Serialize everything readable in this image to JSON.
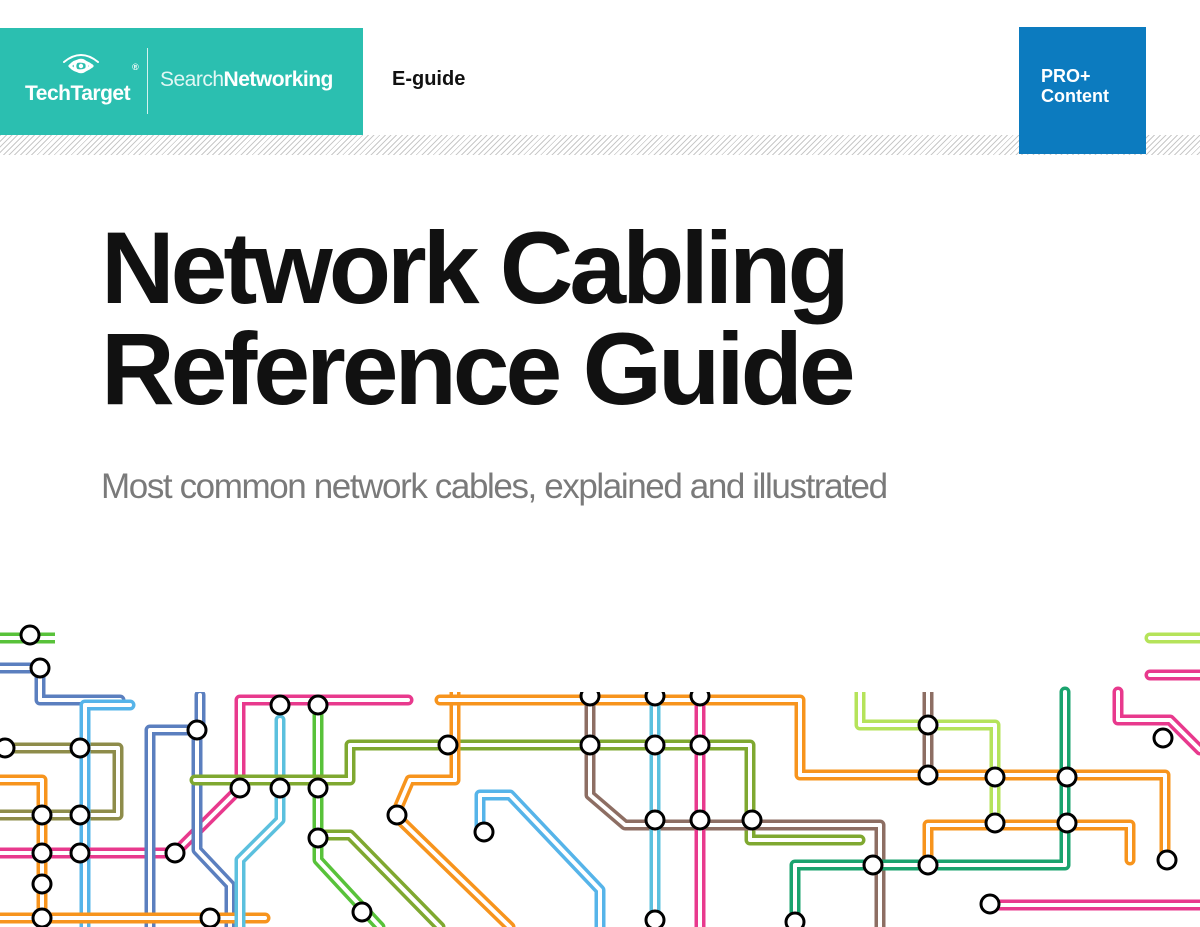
{
  "header": {
    "publisher_name": "TechTarget",
    "site_name_part1": "Search",
    "site_name_part2": "Networking",
    "doc_type": "E-guide",
    "badge_line1": "PRO+",
    "badge_line2": "Content"
  },
  "cover": {
    "title_line1": "Network Cabling",
    "title_line2": "Reference Guide",
    "subtitle": "Most common network cables, explained and illustrated"
  },
  "colors": {
    "brand_teal": "#2bbfb0",
    "badge_blue": "#0c7bbf",
    "title_text": "#111111",
    "subtitle_text": "#7a7a7a",
    "line_colors": [
      "#f7941d",
      "#e8398d",
      "#5bc0de",
      "#7fa830",
      "#8d6e63",
      "#1aa36e",
      "#9ac83c",
      "#5b7fbf",
      "#8e8c4a",
      "#56b4e9",
      "#58c23a",
      "#b5e35a",
      "#c06ac0"
    ]
  },
  "icons": {
    "logo": "eye-icon",
    "decoration": "subway-map-cable-lines"
  }
}
